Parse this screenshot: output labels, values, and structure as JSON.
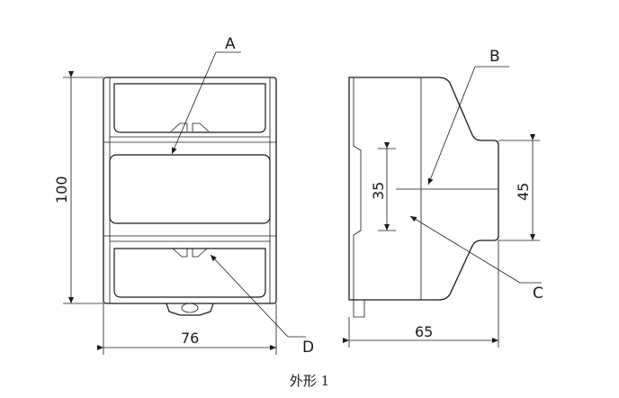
{
  "figure": {
    "caption": "外形 1",
    "labels": {
      "a": "A",
      "b": "B",
      "c": "C",
      "d": "D"
    },
    "dimensions": {
      "height": "100",
      "width_front": "76",
      "width_side": "65",
      "rail_inner": "35",
      "rail_outer": "45"
    }
  }
}
